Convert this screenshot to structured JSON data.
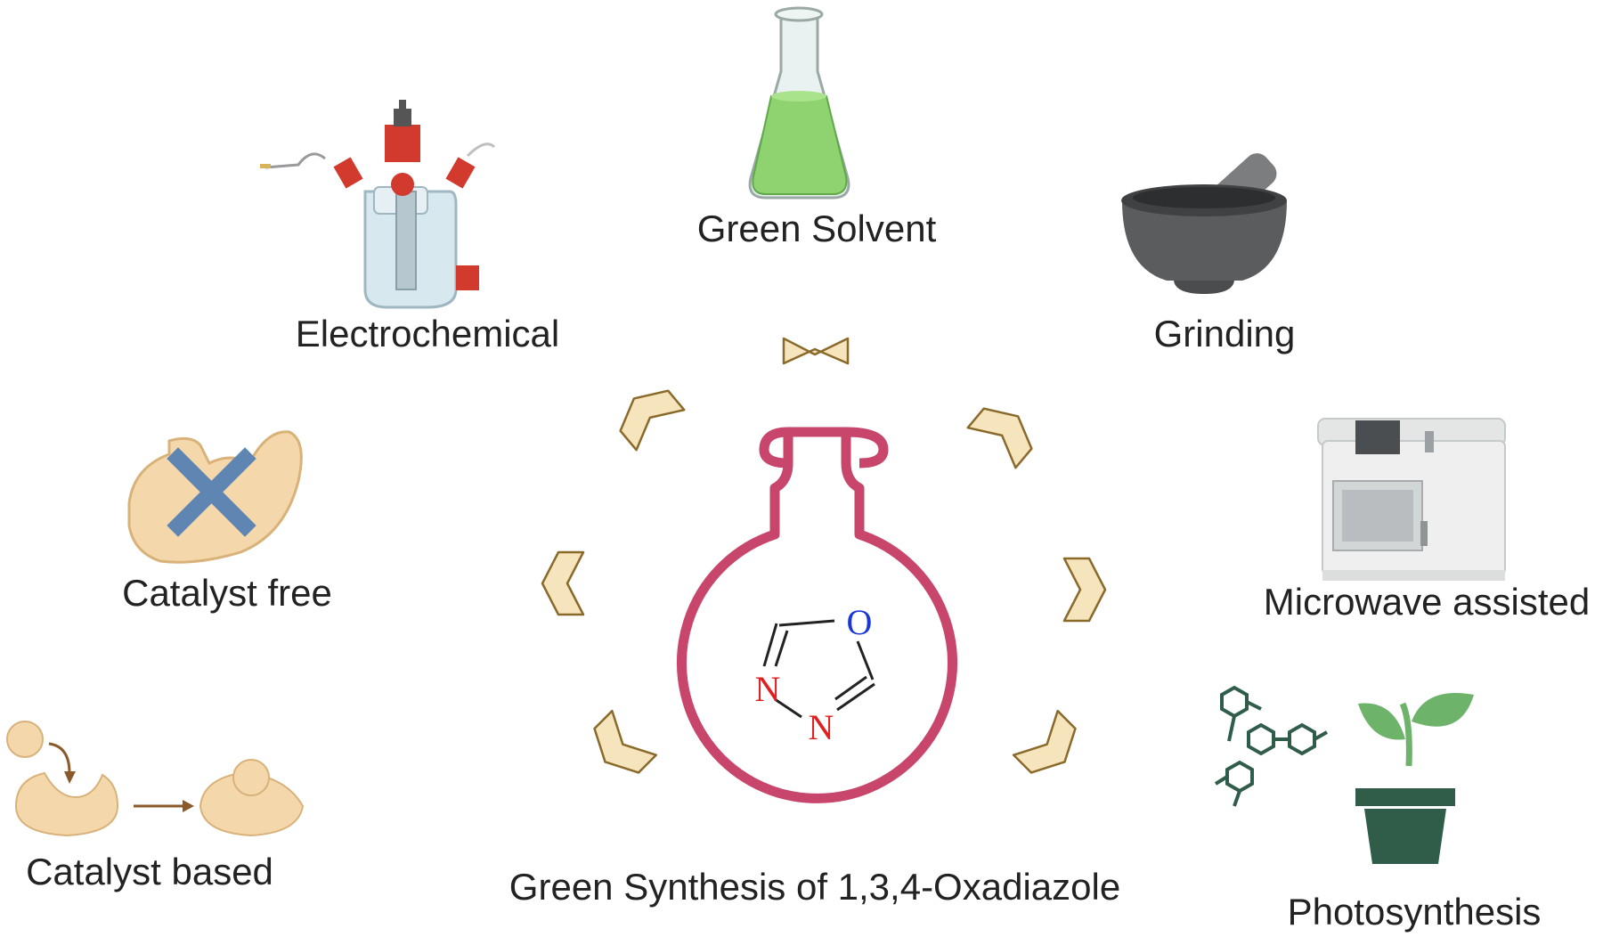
{
  "center": {
    "title": "Green Synthesis of 1,3,4-Oxadiazole",
    "atoms": {
      "o": "O",
      "n1": "N",
      "n2": "N"
    }
  },
  "methods": {
    "green_solvent": "Green Solvent",
    "electrochemical": "Electrochemical",
    "grinding": "Grinding",
    "catalyst_free": "Catalyst free",
    "microwave": "Microwave assisted",
    "catalyst_based": "Catalyst based",
    "photosynthesis": "Photosynthesis"
  },
  "colors": {
    "flask_outline": "#c8456b",
    "chevron_fill": "#f6e4bd",
    "chevron_stroke": "#8a6a2a",
    "green_liquid": "#8ed36f",
    "mortar": "#5a5c5e",
    "enzyme": "#f4d8ab",
    "cross": "#5f86b3",
    "plant_pot": "#2f5d49",
    "leaf": "#6db36a",
    "red_cap": "#d23a2e",
    "oxygen": "#1a36d6",
    "nitrogen": "#e02020"
  }
}
